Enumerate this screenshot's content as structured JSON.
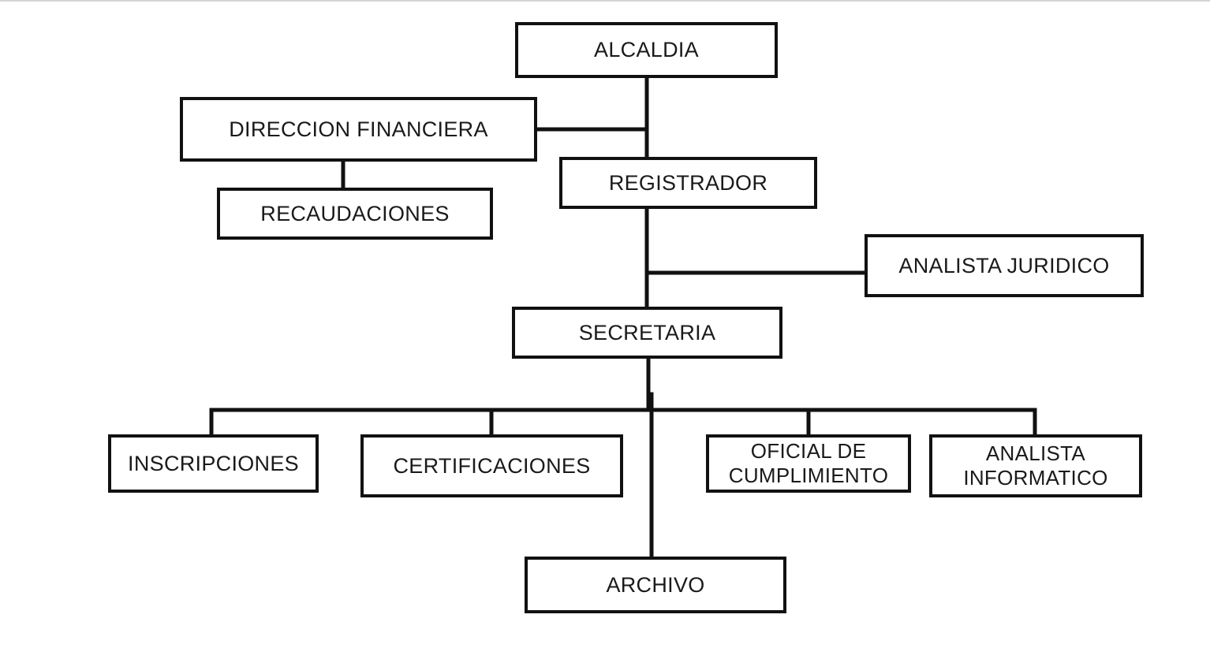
{
  "diagram": {
    "type": "org-chart",
    "line_color": "#111111",
    "box_border_color": "#111111",
    "background": "#ffffff",
    "nodes": {
      "alcaldia": "ALCALDIA",
      "direccion_financiera": "DIRECCION  FINANCIERA",
      "recaudaciones": "RECAUDACIONES",
      "registrador": "REGISTRADOR",
      "analista_juridico": "ANALISTA  JURIDICO",
      "secretaria": "SECRETARIA",
      "inscripciones": "INSCRIPCIONES",
      "certificaciones": "CERTIFICACIONES",
      "oficial_de_cumplimiento": "OFICIAL  DE\nCUMPLIMIENTO",
      "analista_informatico": "ANALISTA\nINFORMATICO",
      "archivo": "ARCHIVO"
    },
    "edges": [
      [
        "alcaldia",
        "registrador"
      ],
      [
        "alcaldia",
        "direccion_financiera"
      ],
      [
        "direccion_financiera",
        "recaudaciones"
      ],
      [
        "registrador",
        "secretaria"
      ],
      [
        "registrador",
        "analista_juridico"
      ],
      [
        "secretaria",
        "inscripciones"
      ],
      [
        "secretaria",
        "certificaciones"
      ],
      [
        "secretaria",
        "oficial_de_cumplimiento"
      ],
      [
        "secretaria",
        "analista_informatico"
      ],
      [
        "secretaria",
        "archivo"
      ]
    ]
  }
}
